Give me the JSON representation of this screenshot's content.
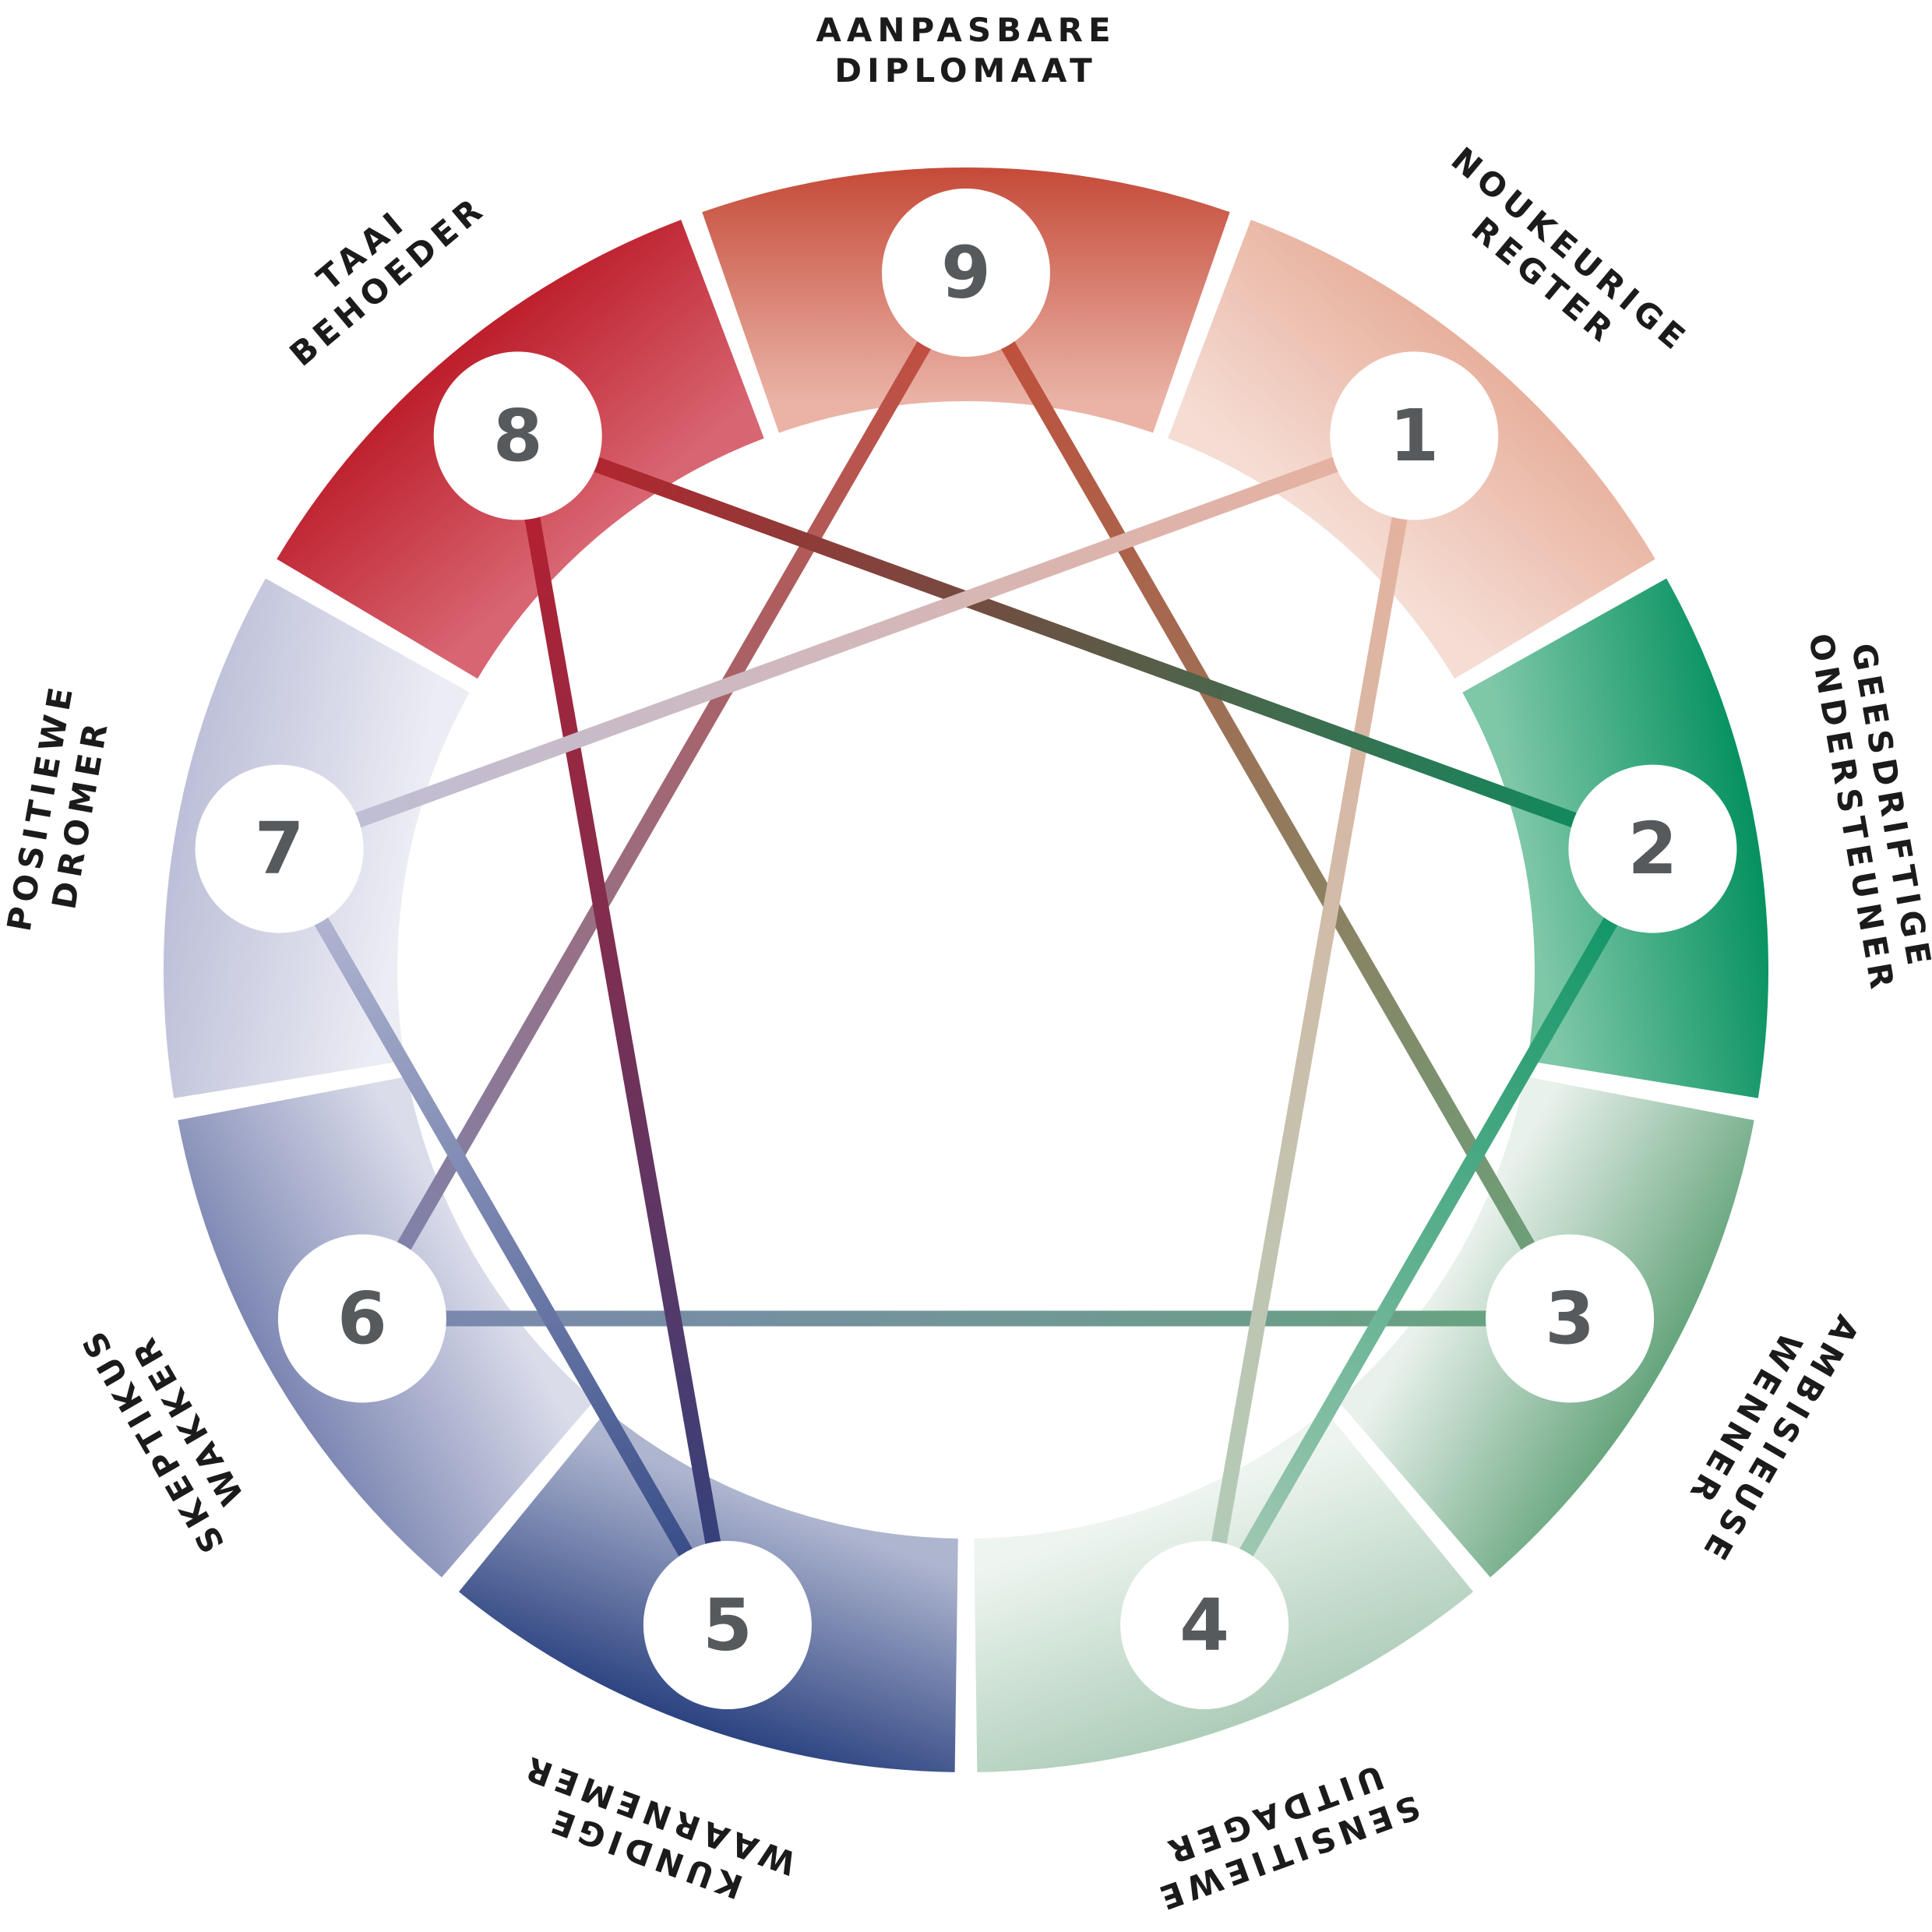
{
  "diagram": {
    "types": [
      {
        "number": "9",
        "label_lines": [
          "AANPASBARE",
          "DIPLOMAAT"
        ],
        "color_outer": "#c54a38",
        "color_inner": "#eab3a6"
      },
      {
        "number": "1",
        "label_lines": [
          "NOUKEURIGE",
          "REGTER"
        ],
        "color_outer": "#e8b09d",
        "color_inner": "#f5ddd4"
      },
      {
        "number": "2",
        "label_lines": [
          "GEESDRIFTIGE",
          "ONDERSTEUNER"
        ],
        "color_outer": "#059160",
        "color_inner": "#7ec7a7"
      },
      {
        "number": "3",
        "label_lines": [
          "AMBISIEUSE",
          "WENNER"
        ],
        "color_outer": "#66a57d",
        "color_inner": "#e9f1ec"
      },
      {
        "number": "4",
        "label_lines": [
          "SENSITIEWE",
          "UITDAGER"
        ],
        "color_outer": "#aecdb9",
        "color_inner": "#eef5f0"
      },
      {
        "number": "5",
        "label_lines": [
          "KUNDIGE",
          "WAARNEMER"
        ],
        "color_outer": "#2c4381",
        "color_inner": "#aeb5cf"
      },
      {
        "number": "6",
        "label_lines": [
          "SKEPTIKUS",
          "WAKKER"
        ],
        "color_outer": "#7c86b2",
        "color_inner": "#dadcea"
      },
      {
        "number": "7",
        "label_lines": [
          "POSITIEWE",
          "DROMER"
        ],
        "color_outer": "#bcbfd8",
        "color_inner": "#ececf4"
      },
      {
        "number": "8",
        "label_lines": [
          "TAAI",
          "BEHOEDER"
        ],
        "color_outer": "#bd1e2b",
        "color_inner": "#d86672"
      }
    ],
    "connections": [
      [
        "9",
        "3"
      ],
      [
        "3",
        "6"
      ],
      [
        "6",
        "9"
      ],
      [
        "1",
        "4"
      ],
      [
        "4",
        "2"
      ],
      [
        "2",
        "8"
      ],
      [
        "8",
        "5"
      ],
      [
        "5",
        "7"
      ],
      [
        "7",
        "1"
      ]
    ]
  }
}
